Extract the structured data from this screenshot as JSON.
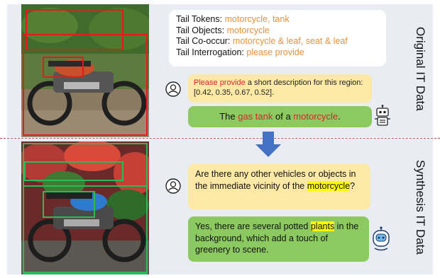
{
  "info": {
    "tokens_label": "Tail Tokens:",
    "tokens_value": "motorcycle, tank",
    "objects_label": "Tail Objects:",
    "objects_value": "motorcycle",
    "cooccur_label": "Tail Co-occur:",
    "cooccur_value": "motorcycle & leaf, seat & leaf",
    "interrogation_label": "Tail Interrogation:",
    "interrogation_value": "please provide"
  },
  "question1": {
    "highlight": "Please provide",
    "rest": " a short description for this region: [0.42, 0.35, 0.67, 0.52]."
  },
  "answer1": {
    "pre": "The ",
    "part1": "gas tank",
    "mid": " of a ",
    "part2": "motorcycle",
    "post": "."
  },
  "question2": {
    "pre": "Are there any other vehicles or objects in the immediate vicinity of the ",
    "highlight": "motorcycle",
    "post": "?"
  },
  "answer2": {
    "pre": "Yes, there are several potted ",
    "highlight": "plants",
    "post": " in the background, which add a touch of greenery to scene."
  },
  "labels": {
    "top": "Original IT Data",
    "bottom": "Synthesis IT Data"
  },
  "colors": {
    "orange_accent": "#e9913a",
    "red_accent": "#d8262f",
    "question_bg": "#fde9a6",
    "answer_bg": "#8cc960",
    "arrow": "#4472c4",
    "divider": "#c0504d"
  },
  "icons": [
    "user-icon",
    "robot-icon",
    "down-arrow-icon"
  ]
}
